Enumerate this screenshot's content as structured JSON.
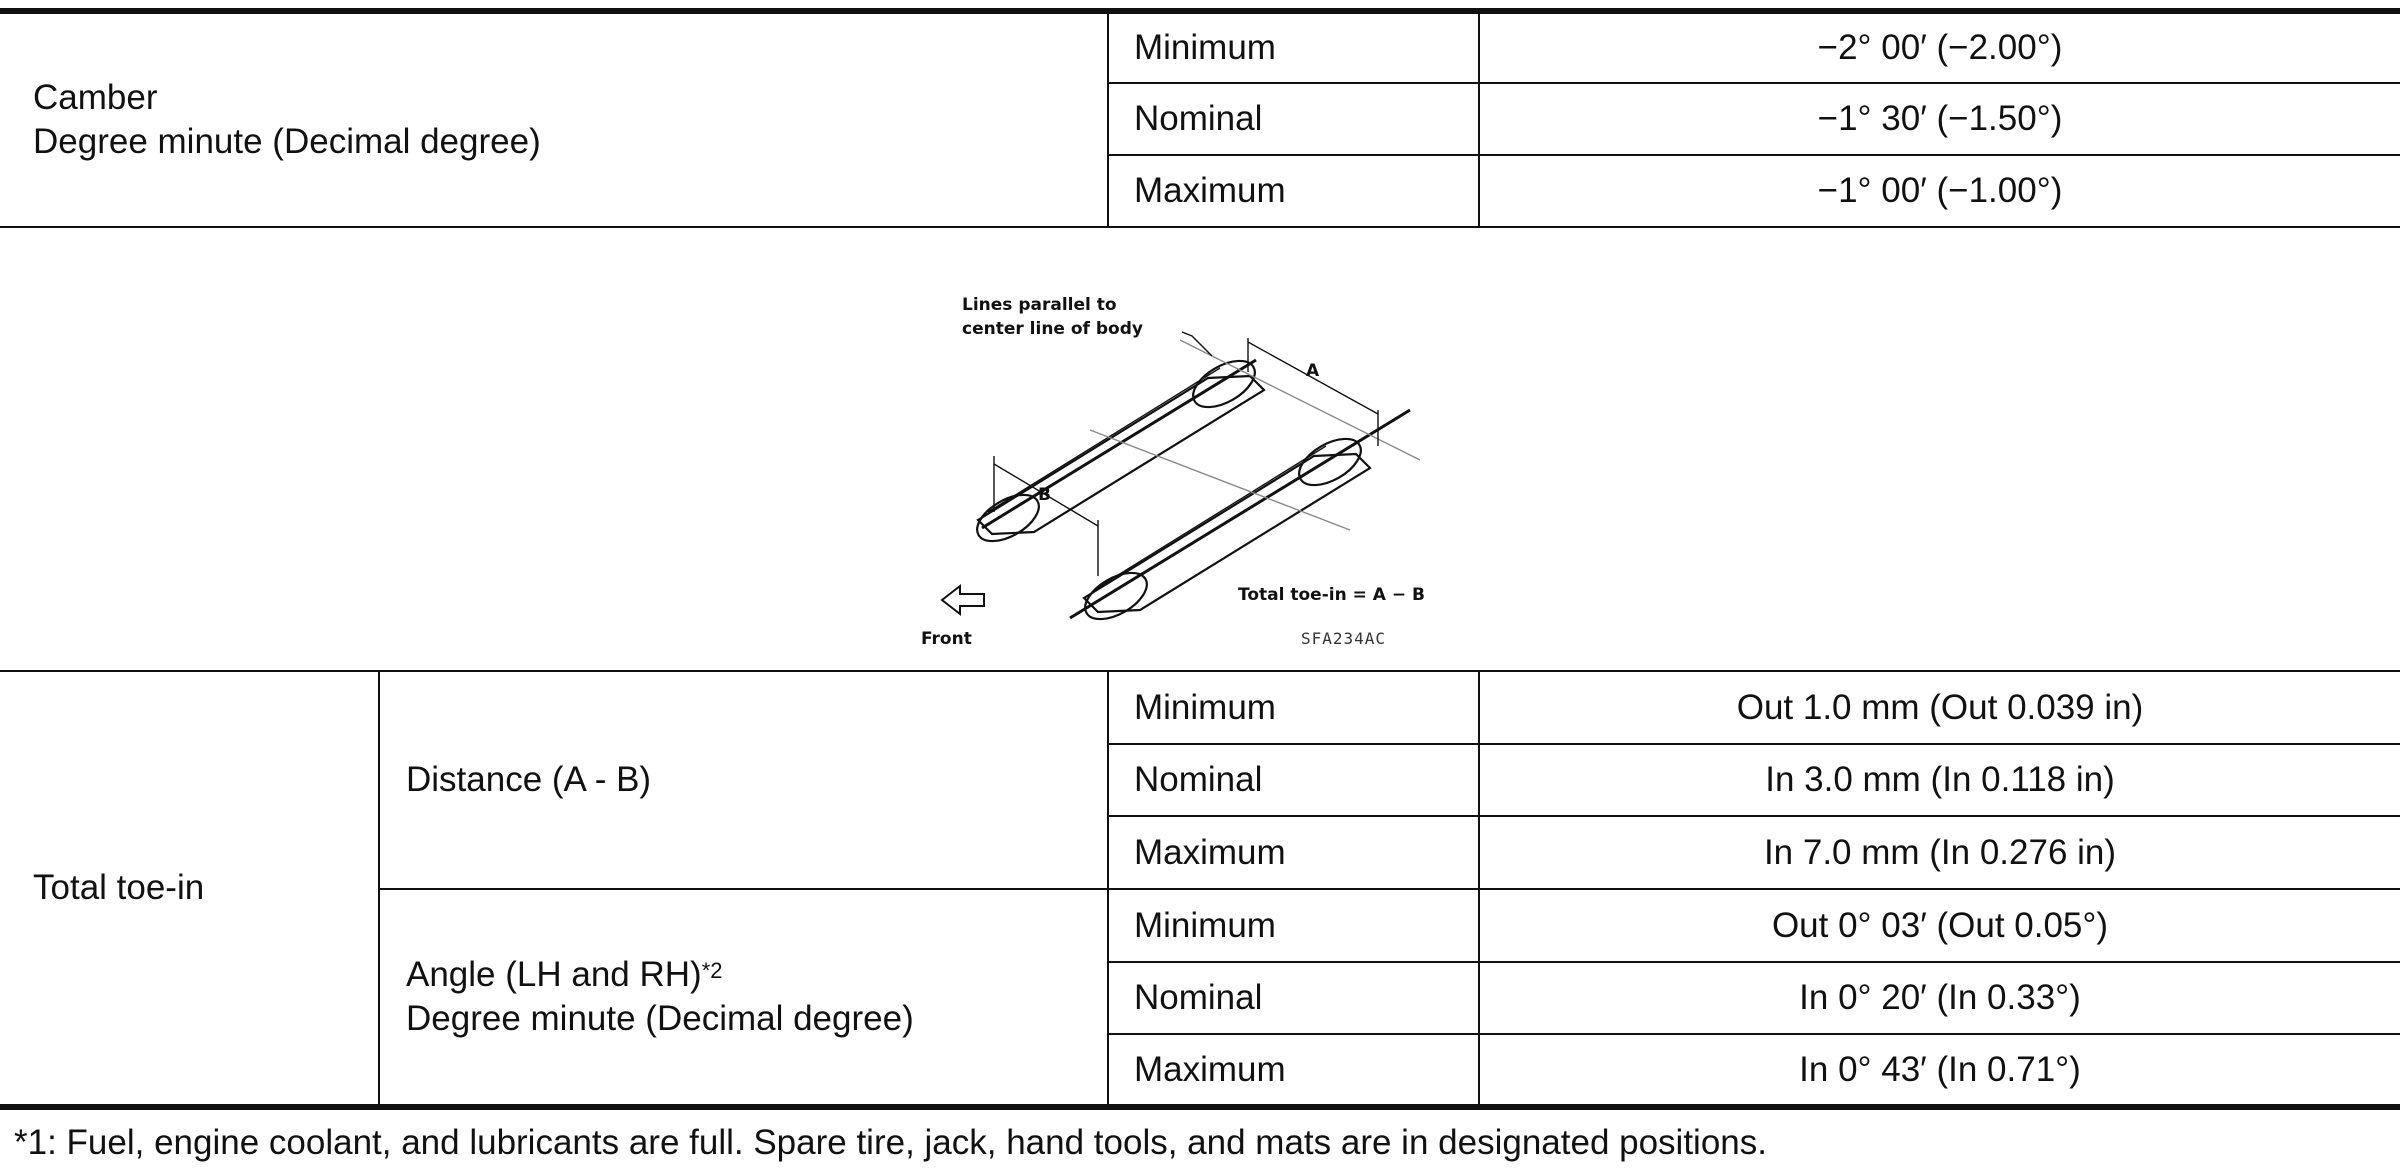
{
  "camber": {
    "label_line1": "Camber",
    "label_line2": "Degree minute (Decimal degree)",
    "rows": [
      {
        "level": "Minimum",
        "value": "−2° 00′ (−2.00°)"
      },
      {
        "level": "Nominal",
        "value": "−1° 30′ (−1.50°)"
      },
      {
        "level": "Maximum",
        "value": "−1° 00′ (−1.00°)"
      }
    ]
  },
  "figure": {
    "callout_line1": "Lines parallel to",
    "callout_line2": "center line of body",
    "label_a": "A",
    "label_b": "B",
    "formula": "Total toe-in = A − B",
    "front_label": "Front",
    "code": "SFA234AC"
  },
  "toe_in": {
    "label": "Total toe-in",
    "distance": {
      "label": "Distance (A - B)",
      "rows": [
        {
          "level": "Minimum",
          "value": "Out 1.0 mm (Out 0.039 in)"
        },
        {
          "level": "Nominal",
          "value": "In 3.0 mm (In 0.118 in)"
        },
        {
          "level": "Maximum",
          "value": "In 7.0 mm (In 0.276 in)"
        }
      ]
    },
    "angle": {
      "label_line1": "Angle (LH and RH)",
      "label_sup": "*2",
      "label_line2": "Degree minute (Decimal degree)",
      "rows": [
        {
          "level": "Minimum",
          "value": "Out 0° 03′ (Out 0.05°)"
        },
        {
          "level": "Nominal",
          "value": "In 0° 20′ (In 0.33°)"
        },
        {
          "level": "Maximum",
          "value": "In 0° 43′ (In 0.71°)"
        }
      ]
    }
  },
  "footnote": "*1: Fuel, engine coolant, and lubricants are full. Spare tire, jack, hand tools, and mats are in designated positions."
}
